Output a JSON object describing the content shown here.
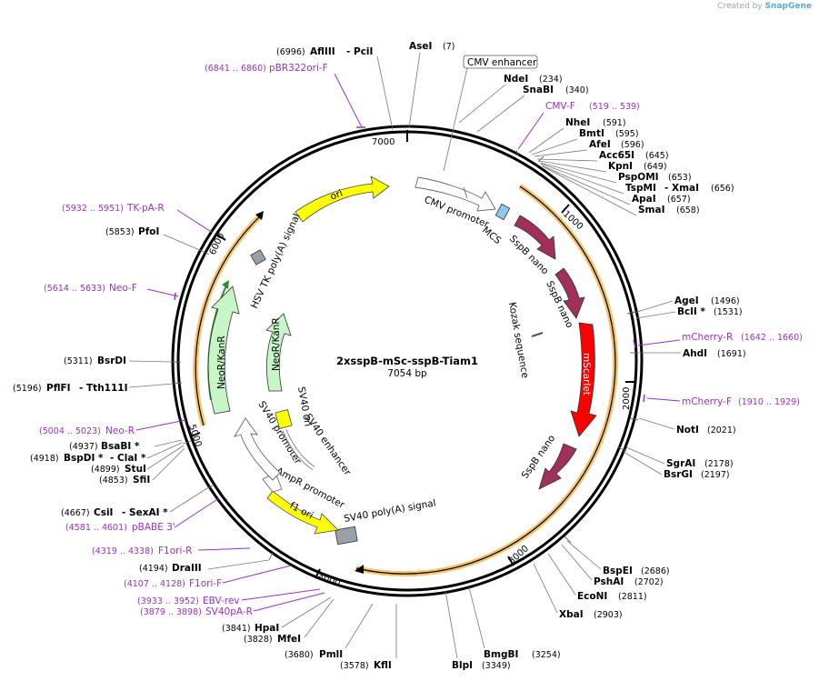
{
  "credit": {
    "prefix": "Created by",
    "brand": "SnapGene"
  },
  "plasmid": {
    "name": "2xsspB-mSc-sspB-Tiam1",
    "length": "7054 bp"
  },
  "ticks": [
    "1000",
    "2000",
    "3000",
    "4000",
    "5000",
    "6000",
    "7000"
  ],
  "colors": {
    "backbone": "#000000",
    "orf_highlight": "#f4b44a",
    "primer": "#9b30c8",
    "ori": "#ffff00",
    "sspb": "#a0305a",
    "mscarlet": "#ff0000",
    "resistance": "#c8f5c8",
    "promoter": "#ffffff",
    "polya": "#9aa0a8",
    "mcs": "#8ec8f0"
  },
  "sites_right": [
    {
      "name": "NdeI",
      "pos": "(234)"
    },
    {
      "name": "SnaBI",
      "pos": "(340)"
    },
    {
      "name": "NheI",
      "pos": "(591)"
    },
    {
      "name": "BmtI",
      "pos": "(595)"
    },
    {
      "name": "AfeI",
      "pos": "(596)"
    },
    {
      "name": "Acc65I",
      "pos": "(645)"
    },
    {
      "name": "KpnI",
      "pos": "(649)"
    },
    {
      "name": "PspOMI",
      "pos": "(653)"
    },
    {
      "name": "TspMI",
      "extra": "- XmaI",
      "pos": "(656)"
    },
    {
      "name": "ApaI",
      "pos": "(657)"
    },
    {
      "name": "SmaI",
      "pos": "(658)"
    },
    {
      "name": "AgeI",
      "pos": "(1496)"
    },
    {
      "name": "BclI *",
      "pos": "(1531)"
    },
    {
      "name": "AhdI",
      "pos": "(1691)"
    },
    {
      "name": "NotI",
      "pos": "(2021)"
    },
    {
      "name": "SgrAI",
      "pos": "(2178)"
    },
    {
      "name": "BsrGI",
      "pos": "(2197)"
    },
    {
      "name": "BspEI",
      "pos": "(2686)"
    },
    {
      "name": "PshAI",
      "pos": "(2702)"
    },
    {
      "name": "EcoNI",
      "pos": "(2811)"
    },
    {
      "name": "XbaI",
      "pos": "(2903)"
    },
    {
      "name": "BmgBI",
      "pos": "(3254)"
    },
    {
      "name": "BlpI",
      "pos": "(3349)"
    },
    {
      "name": "AseI",
      "pos": "(7)"
    }
  ],
  "sites_left": [
    {
      "name": "AflIII",
      "extra": "- PciI",
      "pos": "(6996)"
    },
    {
      "name": "PfoI",
      "pos": "(5853)"
    },
    {
      "name": "BsrDI",
      "pos": "(5311)"
    },
    {
      "name": "PflFI",
      "extra": "- Tth111I",
      "pos": "(5196)"
    },
    {
      "name": "BsaBI *",
      "pos": "(4937)"
    },
    {
      "name": "BspDI *",
      "extra": "- ClaI *",
      "pos": "(4918)"
    },
    {
      "name": "StuI",
      "pos": "(4899)"
    },
    {
      "name": "SfiI",
      "pos": "(4853)"
    },
    {
      "name": "CsiI",
      "extra": "- SexAI *",
      "pos": "(4667)"
    },
    {
      "name": "DraIII",
      "pos": "(4194)"
    },
    {
      "name": "HpaI",
      "pos": "(3841)"
    },
    {
      "name": "MfeI",
      "pos": "(3828)"
    },
    {
      "name": "PmlI",
      "pos": "(3680)"
    },
    {
      "name": "KflI",
      "pos": "(3578)"
    }
  ],
  "primers": [
    {
      "name": "pBR322ori-F",
      "pos": "(6841 .. 6860)"
    },
    {
      "name": "CMV-F",
      "pos": "(519 .. 539)"
    },
    {
      "name": "TK-pA-R",
      "pos": "(5932 .. 5951)"
    },
    {
      "name": "Neo-F",
      "pos": "(5614 .. 5633)"
    },
    {
      "name": "mCherry-R",
      "pos": "(1642 .. 1660)"
    },
    {
      "name": "mCherry-F",
      "pos": "(1910 .. 1929)"
    },
    {
      "name": "Neo-R",
      "pos": "(5004 .. 5023)"
    },
    {
      "name": "pBABE 3'",
      "pos": "(4581 .. 4601)"
    },
    {
      "name": "F1ori-R",
      "pos": "(4319 .. 4338)"
    },
    {
      "name": "F1ori-F",
      "pos": "(4107 .. 4128)"
    },
    {
      "name": "EBV-rev",
      "pos": "(3933 .. 3952)"
    },
    {
      "name": "SV40pA-R",
      "pos": "(3879 .. 3898)"
    }
  ],
  "features": {
    "cmv_enhancer": "CMV enhancer",
    "cmv_promoter": "CMV promoter",
    "mcs": "MCS",
    "sspb1": "SspB nano",
    "sspb2": "SspB nano",
    "kozak": "Kozak sequence",
    "mscarlet": "mScarlet",
    "sspb3": "SspB nano",
    "sv40_polya": "SV40 poly(A) signal",
    "f1_ori": "f1 ori",
    "ampr_promoter": "AmpR promoter",
    "sv40_promoter": "SV40 promoter",
    "sv40_enhancer": "SV40 enhancer",
    "sv40_ori": "SV40 ori",
    "neokanr_outer": "NeoR/KanR",
    "neokanr_inner": "NeoR/KanR",
    "hsv_tk": "HSV TK poly(A) signal",
    "ori": "ori"
  }
}
